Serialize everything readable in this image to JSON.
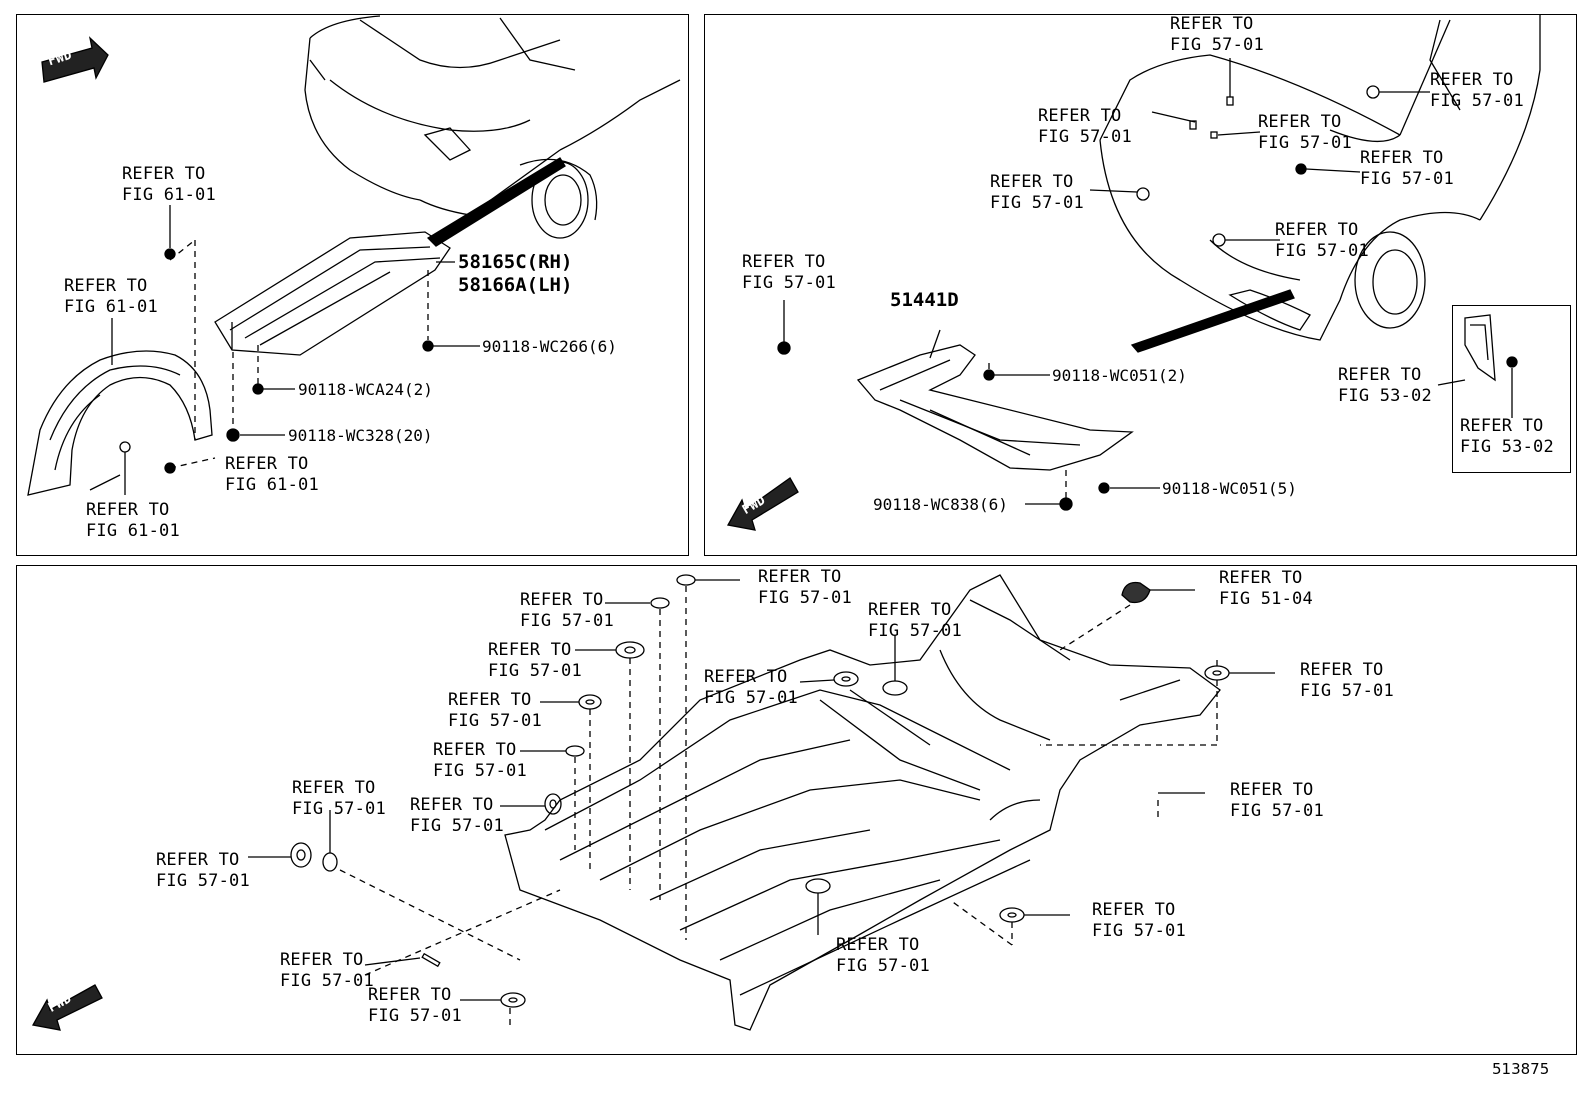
{
  "fwd_label": "FWD",
  "diagram_number": "513875",
  "top_left": {
    "callouts": [
      {
        "line1": "REFER TO",
        "line2": "FIG 61-01"
      },
      {
        "line1": "REFER TO",
        "line2": "FIG 61-01"
      },
      {
        "line1": "REFER TO",
        "line2": "FIG 61-01"
      },
      {
        "line1": "REFER TO",
        "line2": "FIG 61-01"
      }
    ],
    "part_main_rh": "58165C(RH)",
    "part_main_lh": "58166A(LH)",
    "part_wc266": "90118-WC266(6)",
    "part_wca24": "90118-WCA24(2)",
    "part_wc328": "90118-WC328(20)"
  },
  "top_right": {
    "callouts": [
      {
        "line1": "REFER TO",
        "line2": "FIG 57-01"
      },
      {
        "line1": "REFER TO",
        "line2": "FIG 57-01"
      },
      {
        "line1": "REFER TO",
        "line2": "FIG 57-01"
      },
      {
        "line1": "REFER TO",
        "line2": "FIG 57-01"
      },
      {
        "line1": "REFER TO",
        "line2": "FIG 57-01"
      },
      {
        "line1": "REFER TO",
        "line2": "FIG 57-01"
      },
      {
        "line1": "REFER TO",
        "line2": "FIG 57-01"
      },
      {
        "line1": "REFER TO",
        "line2": "FIG 57-01"
      },
      {
        "line1": "REFER TO",
        "line2": "FIG 53-02"
      },
      {
        "line1": "REFER TO",
        "line2": "FIG 53-02"
      }
    ],
    "part_main": "51441D",
    "part_wc051_2": "90118-WC051(2)",
    "part_wc051_5": "90118-WC051(5)",
    "part_wc838": "90118-WC838(6)"
  },
  "bottom": {
    "callouts": [
      {
        "line1": "REFER TO",
        "line2": "FIG 57-01"
      },
      {
        "line1": "REFER TO",
        "line2": "FIG 57-01"
      },
      {
        "line1": "REFER TO",
        "line2": "FIG 57-01"
      },
      {
        "line1": "REFER TO",
        "line2": "FIG 57-01"
      },
      {
        "line1": "REFER TO",
        "line2": "FIG 57-01"
      },
      {
        "line1": "REFER TO",
        "line2": "FIG 57-01"
      },
      {
        "line1": "REFER TO",
        "line2": "FIG 57-01"
      },
      {
        "line1": "REFER TO",
        "line2": "FIG 57-01"
      },
      {
        "line1": "REFER TO",
        "line2": "FIG 57-01"
      },
      {
        "line1": "REFER TO",
        "line2": "FIG 57-01"
      },
      {
        "line1": "REFER TO",
        "line2": "FIG 51-04"
      },
      {
        "line1": "REFER TO",
        "line2": "FIG 57-01"
      },
      {
        "line1": "REFER TO",
        "line2": "FIG 57-01"
      },
      {
        "line1": "REFER TO",
        "line2": "FIG 57-01"
      },
      {
        "line1": "REFER TO",
        "line2": "FIG 57-01"
      },
      {
        "line1": "REFER TO",
        "line2": "FIG 57-01"
      },
      {
        "line1": "REFER TO",
        "line2": "FIG 57-01"
      }
    ]
  }
}
